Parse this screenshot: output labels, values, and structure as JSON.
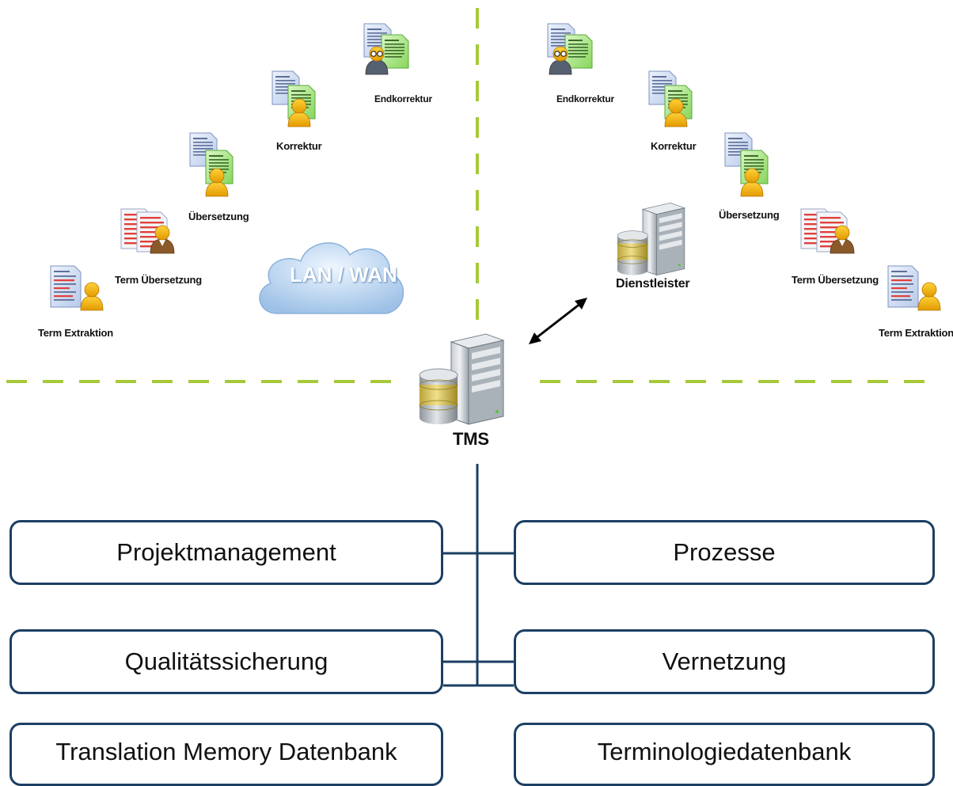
{
  "left_zone": {
    "cloud_label": "LAN / WAN",
    "roles": [
      {
        "id": "endkorrektur",
        "label": "Endkorrektur",
        "icon": "reviewer-doc-icon"
      },
      {
        "id": "korrektur",
        "label": "Korrektur",
        "icon": "translator-doc-icon"
      },
      {
        "id": "uebersetzung",
        "label": "Übersetzung",
        "icon": "translator-doc-icon"
      },
      {
        "id": "term-uebersetzung",
        "label": "Term Übersetzung",
        "icon": "term-translator-icon"
      },
      {
        "id": "term-extraktion",
        "label": "Term Extraktion",
        "icon": "term-extractor-icon"
      }
    ]
  },
  "right_zone": {
    "server_label": "Dienstleister",
    "roles": [
      {
        "id": "endkorrektur",
        "label": "Endkorrektur",
        "icon": "reviewer-doc-icon"
      },
      {
        "id": "korrektur",
        "label": "Korrektur",
        "icon": "translator-doc-icon"
      },
      {
        "id": "uebersetzung",
        "label": "Übersetzung",
        "icon": "translator-doc-icon"
      },
      {
        "id": "term-uebersetzung",
        "label": "Term Übersetzung",
        "icon": "term-translator-icon"
      },
      {
        "id": "term-extraktion",
        "label": "Term Extraktion",
        "icon": "term-extractor-icon"
      }
    ]
  },
  "center": {
    "server_label": "TMS"
  },
  "modules": {
    "left": [
      "Projektmanagement",
      "Qualitätssicherung",
      "Translation Memory Datenbank"
    ],
    "right": [
      "Prozesse",
      "Vernetzung",
      "Terminologiedatenbank"
    ]
  },
  "colors": {
    "divider": "#a6c93a",
    "box_border": "#1b3f63",
    "tree_line": "#1b3f63",
    "cloud": "#b9d3ee",
    "doc_blue": "#c9d8f2",
    "doc_green": "#9fe07a",
    "doc_red_lines": "#e0413b",
    "person_yellow": "#f5b400"
  }
}
